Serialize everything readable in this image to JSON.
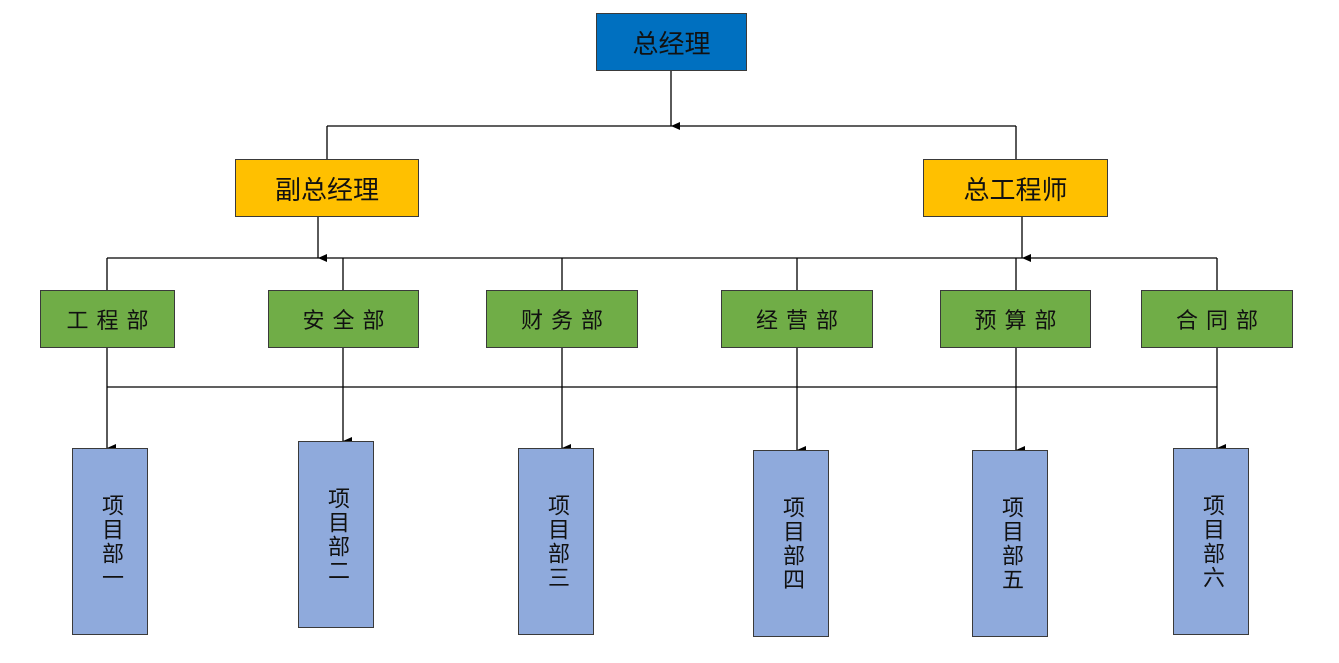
{
  "colors": {
    "top": "#0070C0",
    "middle": "#FFC000",
    "dept": "#70AD47",
    "project": "#8FAADC",
    "line": "#000000",
    "border": "#3a3a3a"
  },
  "org": {
    "top": {
      "label": "总经理"
    },
    "middle": [
      {
        "label": "副总经理"
      },
      {
        "label": "总工程师"
      }
    ],
    "departments": [
      {
        "label": "工程部"
      },
      {
        "label": "安全部"
      },
      {
        "label": "财务部"
      },
      {
        "label": "经营部"
      },
      {
        "label": "预算部"
      },
      {
        "label": "合同部"
      }
    ],
    "projects": [
      {
        "label": "项目部一"
      },
      {
        "label": "项目部二"
      },
      {
        "label": "项目部三"
      },
      {
        "label": "项目部四"
      },
      {
        "label": "项目部五"
      },
      {
        "label": "项目部六"
      }
    ]
  }
}
